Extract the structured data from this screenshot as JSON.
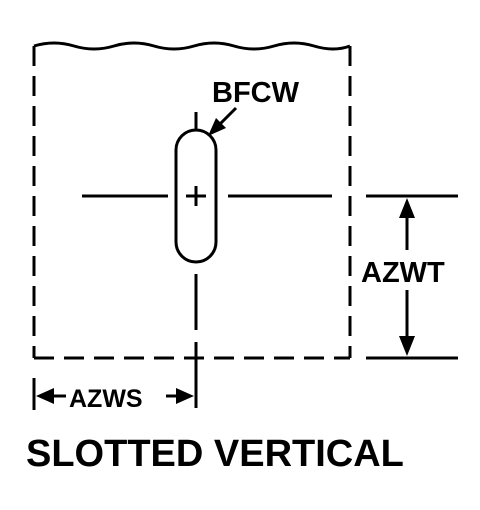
{
  "labels": {
    "feature": "BFCW",
    "height_dim": "AZWT",
    "width_dim": "AZWS",
    "caption": "SLOTTED VERTICAL"
  },
  "colors": {
    "ink": "#000000",
    "background": "#ffffff"
  }
}
